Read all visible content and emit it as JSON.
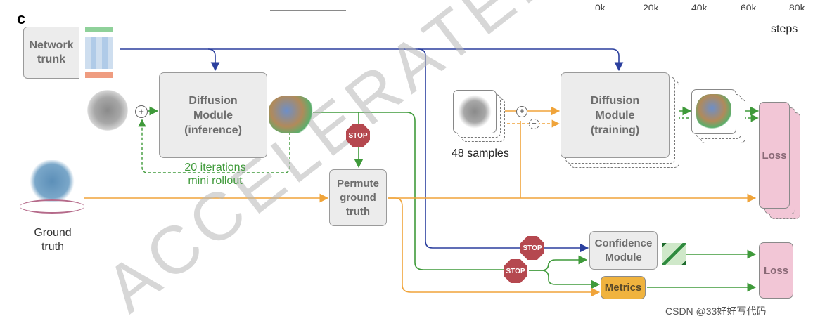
{
  "panel_label": "c",
  "axis": {
    "ticks": [
      "0k",
      "20k",
      "40k",
      "60k",
      "80k"
    ],
    "label": "steps"
  },
  "network_trunk": "Network\ntrunk",
  "diffusion_inference": "Diffusion\nModule\n(inference)",
  "rollout_note": "20 iterations\nmini rollout",
  "ground_truth": "Ground\ntruth",
  "permute": "Permute\nground\ntruth",
  "stop_label": "STOP",
  "samples_label": "48 samples",
  "diffusion_training": "Diffusion\nModule\n(training)",
  "loss_top": "Loss",
  "confidence": "Confidence\nModule",
  "metrics": "Metrics",
  "loss_bottom": "Loss",
  "watermark": "ACCELERATED",
  "credit": "CSDN @33好好写代码",
  "colors": {
    "blue": "#2b3f9e",
    "green": "#3f9a3a",
    "orange": "#f0a43a",
    "stop": "#b5484f",
    "loss": "#f2c6d6",
    "metrics": "#f0b33e"
  }
}
